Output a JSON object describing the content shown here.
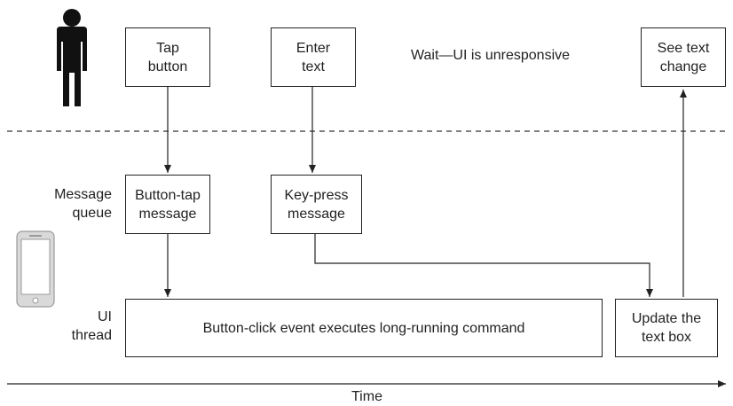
{
  "person": {
    "icon": "person-icon"
  },
  "user_actions": {
    "tap": "Tap\nbutton",
    "enter": "Enter\ntext",
    "wait": "Wait—UI is unresponsive",
    "see": "See text\nchange"
  },
  "rows": {
    "queue_label": "Message\nqueue",
    "thread_label": "UI\nthread"
  },
  "queue_items": {
    "button_tap": "Button-tap\nmessage",
    "key_press": "Key-press\nmessage"
  },
  "thread_items": {
    "long_command": "Button-click event executes long-running command",
    "update": "Update the\ntext box"
  },
  "device": {
    "icon": "smartphone-icon"
  },
  "axis": {
    "time_label": "Time"
  }
}
